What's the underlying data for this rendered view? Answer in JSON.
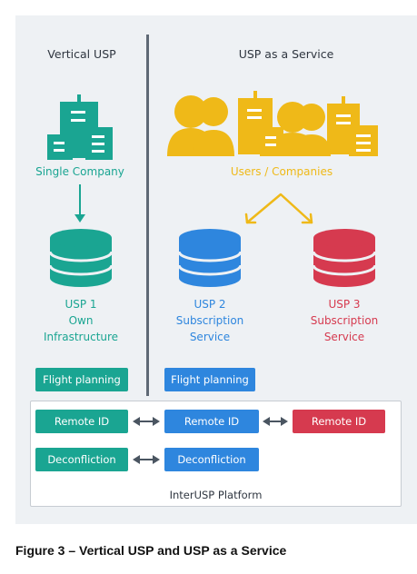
{
  "diagram": {
    "left_title": "Vertical USP",
    "right_title": "USP as a Service",
    "single_company": "Single Company",
    "users_companies": "Users / Companies",
    "usp1": {
      "name": "USP 1",
      "line1": "Own",
      "line2": "Infrastructure"
    },
    "usp2": {
      "name": "USP 2",
      "line1": "Subscription",
      "line2": "Service"
    },
    "usp3": {
      "name": "USP 3",
      "line1": "Subscription",
      "line2": "Service"
    },
    "flight_planning_left": "Flight planning",
    "flight_planning_right": "Flight planning",
    "remote_id_1": "Remote ID",
    "remote_id_2": "Remote ID",
    "remote_id_3": "Remote ID",
    "deconfliction_1": "Deconfliction",
    "deconfliction_2": "Deconfliction",
    "platform": "InterUSP Platform"
  },
  "caption": "Figure 3 – Vertical USP and USP as a Service",
  "colors": {
    "teal": "#1aa592",
    "blue": "#2e86de",
    "red": "#d63a4f",
    "gold": "#efb918",
    "arrow": "#4a5561"
  }
}
